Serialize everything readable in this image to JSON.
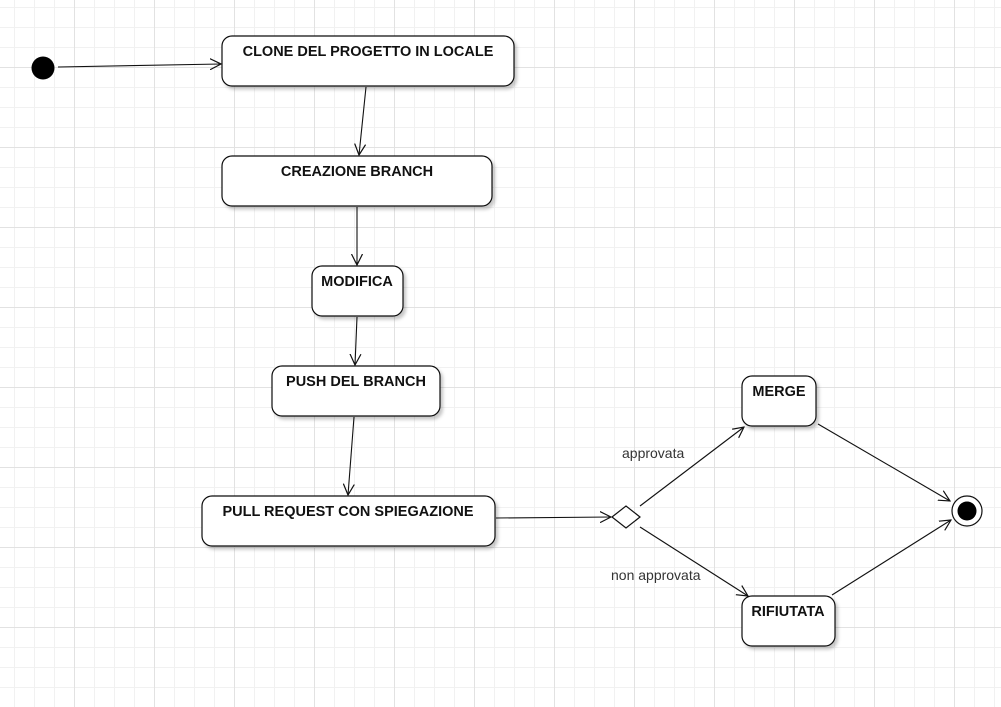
{
  "diagram": {
    "states": [
      {
        "id": "clone",
        "label": "CLONE DEL PROGETTO IN LOCALE"
      },
      {
        "id": "branch",
        "label": "CREAZIONE BRANCH"
      },
      {
        "id": "modifica",
        "label": "MODIFICA"
      },
      {
        "id": "push",
        "label": "PUSH DEL BRANCH"
      },
      {
        "id": "pr",
        "label": "PULL REQUEST CON SPIEGAZIONE"
      },
      {
        "id": "merge",
        "label": "MERGE"
      },
      {
        "id": "rifiutata",
        "label": "RIFIUTATA"
      }
    ],
    "edge_labels": {
      "approved": "approvata",
      "not_approved": "non approvata"
    }
  }
}
